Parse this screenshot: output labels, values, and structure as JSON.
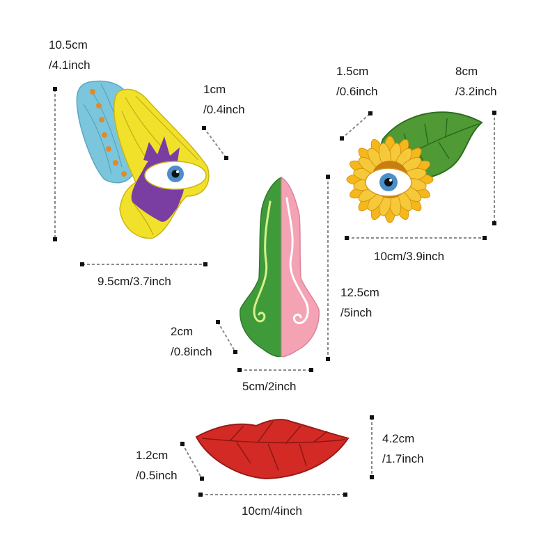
{
  "colors": {
    "background": "#ffffff",
    "butterfly_blue": "#7cc6dd",
    "butterfly_yellow": "#f2e12a",
    "butterfly_purple": "#7a3ea3",
    "dot_orange": "#e08a2a",
    "eye_blue": "#4a8fc9",
    "leaf_green": "#4f9a34",
    "petal_yellow": "#f4b81d",
    "nose_green": "#3f9a3a",
    "nose_pink": "#f4a3b5",
    "lips_red": "#d32a26",
    "dimension_line": "#8a8a8a"
  },
  "pieces": [
    {
      "name": "butterfly-eye",
      "height": {
        "line1": "10.5cm",
        "line2": "/4.1inch"
      },
      "thickness": {
        "line1": "1cm",
        "line2": "/0.4inch"
      },
      "width": {
        "text": "9.5cm/3.7inch"
      }
    },
    {
      "name": "sunflower-eye",
      "thickness": {
        "line1": "1.5cm",
        "line2": "/0.6inch"
      },
      "height": {
        "line1": "8cm",
        "line2": "/3.2inch"
      },
      "width": {
        "text": "10cm/3.9inch"
      }
    },
    {
      "name": "nose",
      "height": {
        "line1": "12.5cm",
        "line2": "/5inch"
      },
      "thickness": {
        "line1": "2cm",
        "line2": "/0.8inch"
      },
      "width": {
        "text": "5cm/2inch"
      }
    },
    {
      "name": "lips",
      "thickness": {
        "line1": "1.2cm",
        "line2": "/0.5inch"
      },
      "height": {
        "line1": "4.2cm",
        "line2": "/1.7inch"
      },
      "width": {
        "text": "10cm/4inch"
      }
    }
  ]
}
